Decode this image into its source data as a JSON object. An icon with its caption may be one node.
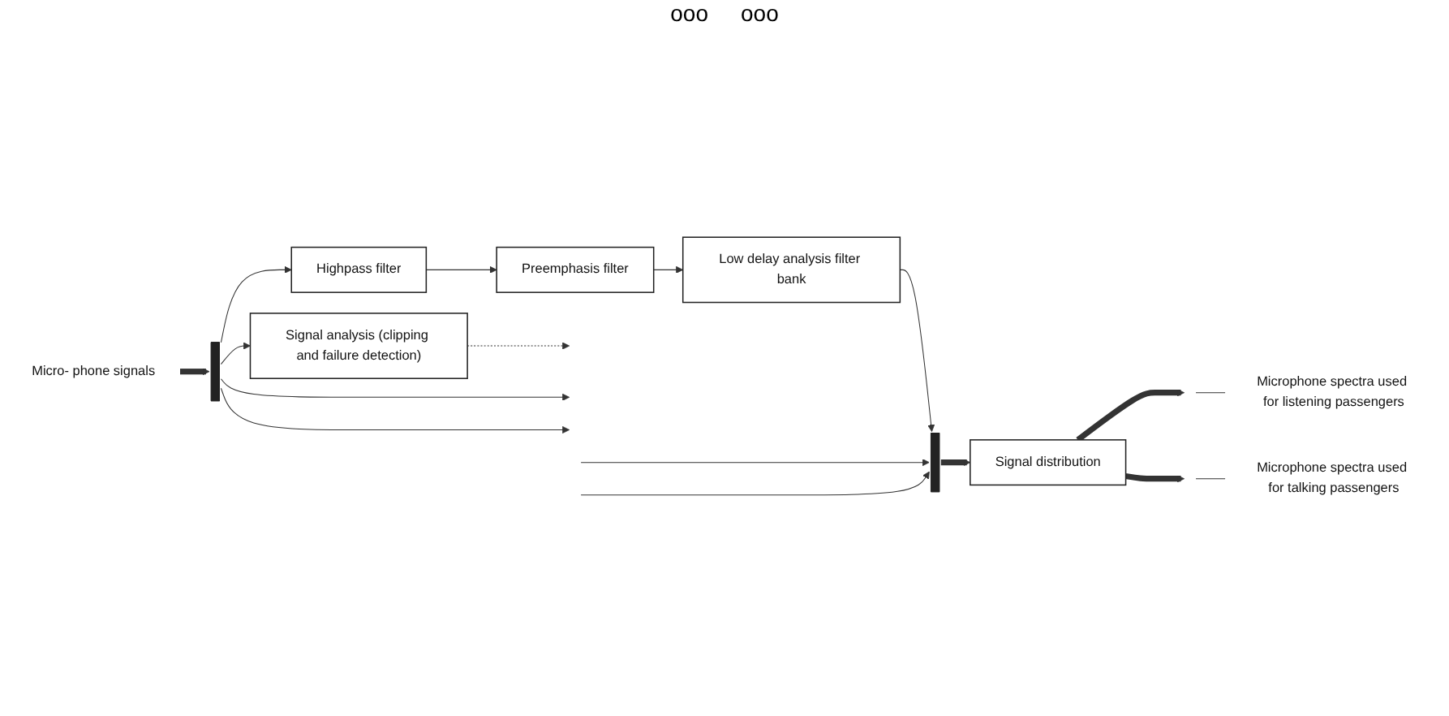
{
  "diagram": {
    "nodes": [
      {
        "text": [
          "Micro- phone signals"
        ]
      },
      {
        "text": [],
        "shape": "bar"
      },
      {
        "text": [
          "Highpass filter"
        ]
      },
      {
        "text": [
          "Preemphasis filter"
        ]
      },
      {
        "text": [
          "Low delay analysis filter bank"
        ]
      },
      {
        "text": [
          "Signal analysis (clipping and failure detection)"
        ]
      },
      {
        "text": [],
        "shape": "bar"
      },
      {
        "text": [
          "Signal distribution"
        ]
      },
      {
        "text": [
          "Microphone spectra used for listening passengers"
        ]
      },
      {
        "text": [
          "Microphone spectra used for talking passengers"
        ]
      }
    ],
    "edges": [
      {
        "from": 0,
        "to": 1,
        "arrow": "to",
        "style": "thick"
      },
      {
        "from": 1,
        "to": 2,
        "arrow": "to"
      },
      {
        "from": 2,
        "to": 3,
        "arrow": "to"
      },
      {
        "from": 3,
        "to": 4,
        "arrow": "to"
      },
      {
        "from": 4,
        "to": 6,
        "arrow": "to"
      },
      {
        "from": 1,
        "to": 5,
        "arrow": "to"
      },
      {
        "from": 5,
        "to": null,
        "arrow": "to",
        "style": "dashed"
      },
      {
        "from": 1,
        "to": null,
        "arrow": "to"
      },
      {
        "from": 1,
        "to": null,
        "arrow": "to"
      },
      {
        "from": null,
        "to": 6,
        "arrow": "to"
      },
      {
        "from": null,
        "to": 6,
        "arrow": "to"
      },
      {
        "from": 6,
        "to": 7,
        "arrow": "to",
        "style": "thick"
      },
      {
        "from": 7,
        "to": null,
        "arrow": "to",
        "style": "thick"
      },
      {
        "from": 7,
        "to": null,
        "arrow": "to",
        "style": "thick"
      },
      {
        "from": 8,
        "to": null,
        "arrow": "none"
      },
      {
        "from": 9,
        "to": null,
        "arrow": "none"
      }
    ],
    "labels": [
      "ooo",
      "ooo"
    ]
  }
}
